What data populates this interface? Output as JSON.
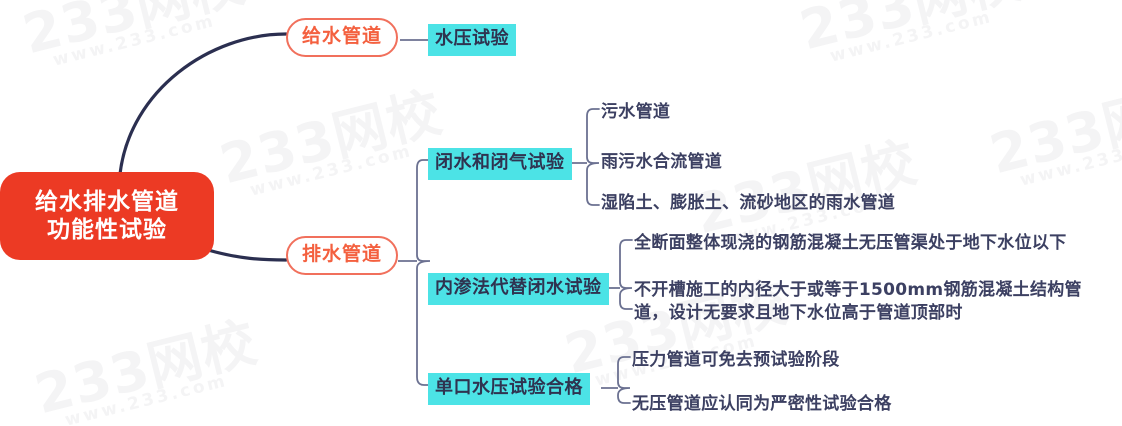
{
  "diagram": {
    "type": "mindmap",
    "title": "给水排水管道功能性试验",
    "colors": {
      "root_fill": "#ec3a24",
      "root_text": "#ffffff",
      "branch_border": "#f1705c",
      "branch_text": "#f4603f",
      "sub_fill": "#4ce3e6",
      "sub_text": "#2f3350",
      "leaf_text": "#3c4062",
      "connector": "#2b2f50",
      "connector_light": "#6b7191",
      "background": "#ffffff",
      "watermark": "#f4f4f5"
    }
  },
  "root": {
    "line1": "给水排水管道",
    "line2": "功能性试验"
  },
  "branches": [
    {
      "id": "water",
      "label": "给水管道"
    },
    {
      "id": "drain",
      "label": "排水管道"
    }
  ],
  "subnodes": [
    {
      "id": "hydro",
      "label": "水压试验"
    },
    {
      "id": "closed",
      "label": "闭水和闭气试验"
    },
    {
      "id": "seep",
      "label": "内渗法代替闭水试验"
    },
    {
      "id": "single",
      "label": "单口水压试验合格"
    }
  ],
  "leaves": {
    "closed": [
      {
        "id": "a",
        "text": "污水管道"
      },
      {
        "id": "b",
        "text": "雨污水合流管道"
      },
      {
        "id": "c",
        "text": "湿陷土、膨胀土、流砂地区的雨水管道"
      }
    ],
    "seep": [
      {
        "id": "d",
        "text": "全断面整体现浇的钢筋混凝土无压管渠处于地下水位以下"
      },
      {
        "id": "e",
        "text": "不开槽施工的内径大于或等于1500mm钢筋混凝土结构管道，设计无要求且地下水位高于管道顶部时"
      }
    ],
    "single": [
      {
        "id": "f",
        "text": "压力管道可免去预试验阶段"
      },
      {
        "id": "g",
        "text": "无压管道应认同为严密性试验合格"
      }
    ]
  },
  "watermarks": {
    "main": "233网校",
    "sub": "www.233.com"
  }
}
